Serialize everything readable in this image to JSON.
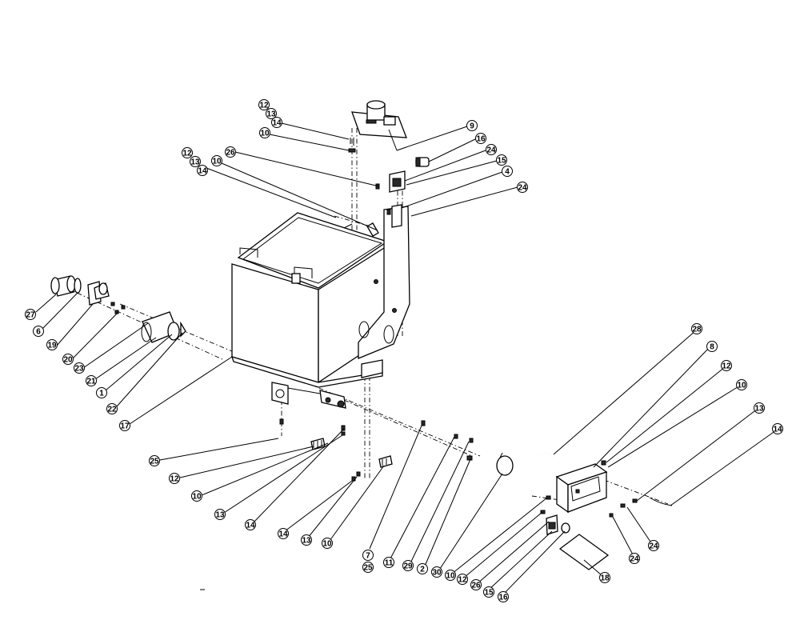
{
  "balloons": [
    {
      "id": "b-12-top",
      "label": "12"
    },
    {
      "id": "b-13-top",
      "label": "13"
    },
    {
      "id": "b-14-top",
      "label": "14"
    },
    {
      "id": "b-10-top",
      "label": "10"
    },
    {
      "id": "b-9",
      "label": "9"
    },
    {
      "id": "b-16-top",
      "label": "16"
    },
    {
      "id": "b-24-top",
      "label": "24"
    },
    {
      "id": "b-15-top",
      "label": "15"
    },
    {
      "id": "b-4",
      "label": "4"
    },
    {
      "id": "b-24-top2",
      "label": "24"
    },
    {
      "id": "b-26-top",
      "label": "26"
    },
    {
      "id": "b-12-mid",
      "label": "12"
    },
    {
      "id": "b-13-mid",
      "label": "13"
    },
    {
      "id": "b-14-mid",
      "label": "14"
    },
    {
      "id": "b-10-mid",
      "label": "10"
    },
    {
      "id": "b-27",
      "label": "27"
    },
    {
      "id": "b-6",
      "label": "6"
    },
    {
      "id": "b-19",
      "label": "19"
    },
    {
      "id": "b-20",
      "label": "20"
    },
    {
      "id": "b-23",
      "label": "23"
    },
    {
      "id": "b-21",
      "label": "21"
    },
    {
      "id": "b-1",
      "label": "1"
    },
    {
      "id": "b-22",
      "label": "22"
    },
    {
      "id": "b-17",
      "label": "17"
    },
    {
      "id": "b-25-left",
      "label": "25"
    },
    {
      "id": "b-12-bl",
      "label": "12"
    },
    {
      "id": "b-10-bl",
      "label": "10"
    },
    {
      "id": "b-13-bl",
      "label": "13"
    },
    {
      "id": "b-14-bl",
      "label": "14"
    },
    {
      "id": "b-14-bc",
      "label": "14"
    },
    {
      "id": "b-13-bc",
      "label": "13"
    },
    {
      "id": "b-10-bc",
      "label": "10"
    },
    {
      "id": "b-7",
      "label": "7"
    },
    {
      "id": "b-25-bot",
      "label": "25"
    },
    {
      "id": "b-11",
      "label": "11"
    },
    {
      "id": "b-29",
      "label": "29"
    },
    {
      "id": "b-2",
      "label": "2"
    },
    {
      "id": "b-30",
      "label": "30"
    },
    {
      "id": "b-10-br",
      "label": "10"
    },
    {
      "id": "b-12-br",
      "label": "12"
    },
    {
      "id": "b-26-br",
      "label": "26"
    },
    {
      "id": "b-15-br",
      "label": "15"
    },
    {
      "id": "b-16-br",
      "label": "16"
    },
    {
      "id": "b-18",
      "label": "18"
    },
    {
      "id": "b-24-br1",
      "label": "24"
    },
    {
      "id": "b-24-br2",
      "label": "24"
    },
    {
      "id": "b-28",
      "label": "28"
    },
    {
      "id": "b-8",
      "label": "8"
    },
    {
      "id": "b-12-r",
      "label": "12"
    },
    {
      "id": "b-10-r",
      "label": "10"
    },
    {
      "id": "b-13-r",
      "label": "13"
    },
    {
      "id": "b-14-r",
      "label": "14"
    }
  ]
}
